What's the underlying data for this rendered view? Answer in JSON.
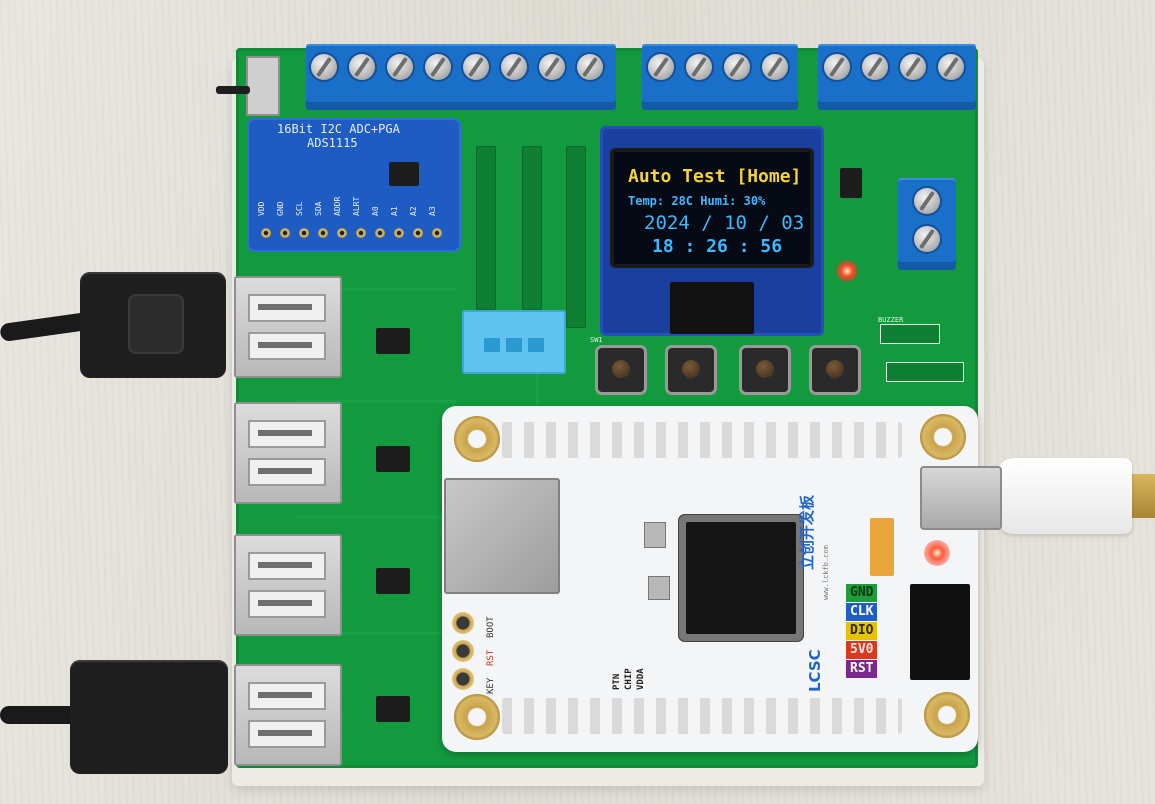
{
  "scene": "Development board photo",
  "oled": {
    "title": "Auto Test [Home]",
    "sensor_line": "Temp: 28C Humi: 30%",
    "date": "2024 / 10 / 03",
    "time": "18 : 26 : 56"
  },
  "ads_module": {
    "title": "16Bit I2C ADC+PGA",
    "part": "ADS1115",
    "pins": [
      "VDD",
      "GND",
      "SCL",
      "SDA",
      "ADDR",
      "ALRT",
      "A0",
      "A1",
      "A2",
      "A3"
    ]
  },
  "core_board": {
    "brand": "LCSC",
    "brand_cn": "立创开发板",
    "site": "www.lckfb.com",
    "side_buttons": [
      "BOOT",
      "RST",
      "KEY"
    ],
    "side_labels": [
      "VDDA",
      "CHIP",
      "PTN"
    ],
    "header_labels": [
      {
        "text": "GND",
        "bg": "#1e9b3a",
        "fg": "#0b3b14"
      },
      {
        "text": "CLK",
        "bg": "#1f5fc4",
        "fg": "#ffffff"
      },
      {
        "text": "DIO",
        "bg": "#e4c400",
        "fg": "#2d2600"
      },
      {
        "text": "5V0",
        "bg": "#d93a1e",
        "fg": "#ffe6df"
      },
      {
        "text": "RST",
        "bg": "#7a2a8c",
        "fg": "#ffffff"
      }
    ]
  },
  "silkscreen": {
    "buzzer": "BUZZER",
    "switch": "SW1"
  },
  "colors": {
    "pcb": "#139a3f",
    "terminal": "#1a6fc8",
    "oled_yellow": "#f3d23a",
    "oled_cyan": "#3fb8ff",
    "led_red": "#ff2a1a"
  }
}
